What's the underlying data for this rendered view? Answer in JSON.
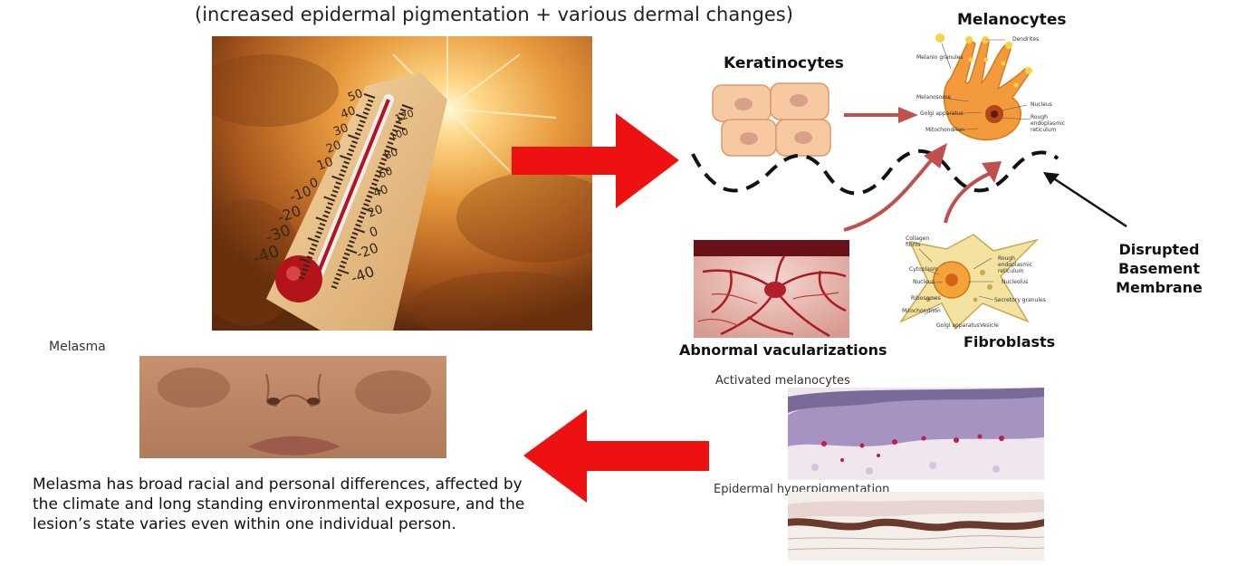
{
  "header": {
    "subtitle": "(increased epidermal pigmentation + various dermal changes)"
  },
  "labels": {
    "melanocytes": "Melanocytes",
    "keratinocytes": "Keratinocytes",
    "disrupted_line1": "Disrupted",
    "disrupted_line2": "Basement",
    "disrupted_line3": "Membrane",
    "abnormal": "Abnormal vacularizations",
    "fibroblasts": "Fibroblasts",
    "melasma": "Melasma",
    "activated": "Activated melanocytes",
    "epidermal": "Epidermal hyperpigmentation"
  },
  "melanocyte_parts": {
    "melanin_granules": "Melanin granules",
    "dendrites": "Dendrites",
    "melanosome": "Melanosome",
    "golgi": "Golgi apparatus",
    "mitochondrion": "Mitochondrion",
    "nucleus": "Nucleus",
    "rough_er": "Rough endoplasmic reticulum"
  },
  "fibroblast_parts": {
    "collagen": "Collagen fibrils",
    "cytoplasm": "Cytoplasm",
    "nucleus": "Nucleus",
    "ribosomes": "Ribosomes",
    "mitochondrion": "Mitochondrion",
    "rough_er": "Rough endoplasmic reticulum",
    "nucleolus": "Nucleolus",
    "secretory": "Secretory granules",
    "golgi": "Golgi apparatus",
    "vesicle": "Vesicle"
  },
  "thermometer": {
    "left_scale": [
      "50",
      "40",
      "30",
      "20",
      "10",
      "0",
      "-10",
      "-20",
      "-30",
      "-40"
    ],
    "right_scale": [
      "120",
      "100",
      "80",
      "60",
      "40",
      "20",
      "0",
      "-20",
      "-40"
    ]
  },
  "body": {
    "caption": "Melasma has broad racial and personal differences, affected by the climate and long standing environmental exposure, and the lesion’s state varies even within one individual person."
  },
  "colors": {
    "arrow_red": "#ee1111",
    "sky_orange": "#d9822b",
    "flow_arrow": "#c0504d",
    "cell_fill": "#f6c9a3",
    "melanocyte_fill": "#f39a3c"
  }
}
